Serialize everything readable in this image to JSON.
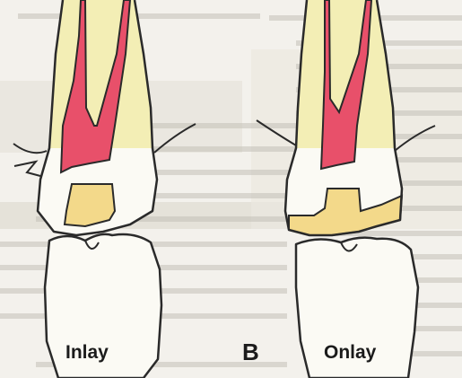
{
  "figure": {
    "left_label": "Inlay",
    "center_letter": "B",
    "right_label": "Onlay"
  },
  "colors": {
    "background": "#f3f1ec",
    "tooth_crown": "#fbfaf4",
    "tooth_root": "#f3eeb5",
    "pulp": "#e8506a",
    "restoration": "#f3d98a",
    "outline": "#2a2a2a",
    "bleed_text": "#b9b6ad",
    "bleed_band": "#dedbd2"
  }
}
